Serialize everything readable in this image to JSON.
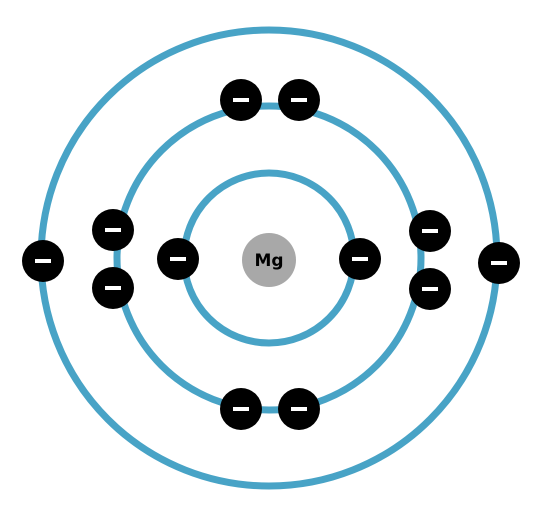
{
  "nucleus": {
    "symbol": "Mg",
    "color": "#a8a8a8",
    "text_color": "#000000"
  },
  "shells": [
    {
      "name": "shell-1",
      "electron_count": 2
    },
    {
      "name": "shell-2",
      "electron_count": 8
    },
    {
      "name": "shell-3",
      "electron_count": 2
    }
  ],
  "electron": {
    "symbol": "−",
    "fill_color": "#000000",
    "sign_color": "#ffffff"
  },
  "colors": {
    "shell_stroke": "#48a3c6",
    "background": "#ffffff"
  }
}
